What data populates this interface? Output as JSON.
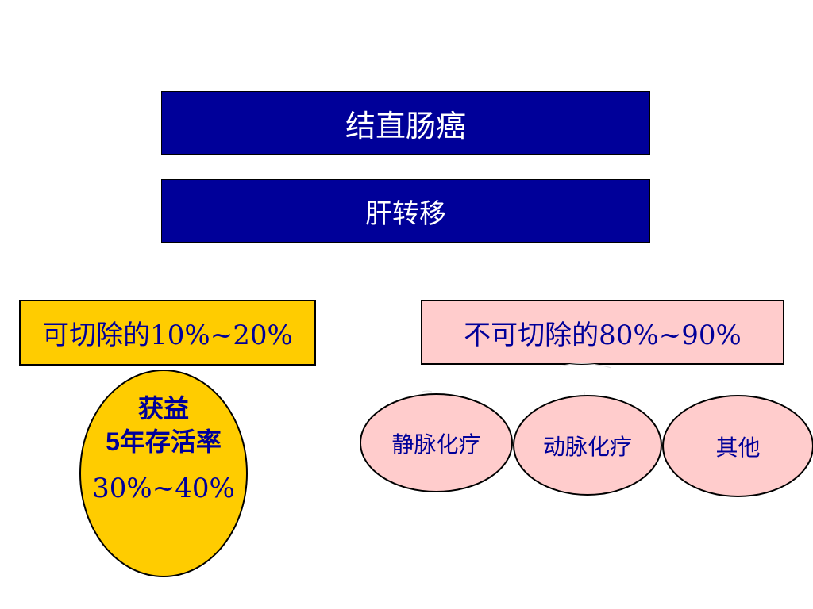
{
  "diagram": {
    "title": "结直肠癌",
    "subtitle": "肝转移",
    "resectable": "可切除的10%~20%",
    "unresectable": "不可切除的80%~90%",
    "benefit": {
      "title": "获益",
      "line_prefix": "5",
      "line_text": "年存活率",
      "value": "30%~40%"
    },
    "treatments": [
      {
        "label": "静脉化疗"
      },
      {
        "label": "动脉化疗"
      },
      {
        "label": "其他"
      }
    ],
    "colors": {
      "navy": "#000099",
      "yellow": "#ffcc00",
      "pink": "#ffcccc",
      "text_blue": "#000099"
    }
  }
}
